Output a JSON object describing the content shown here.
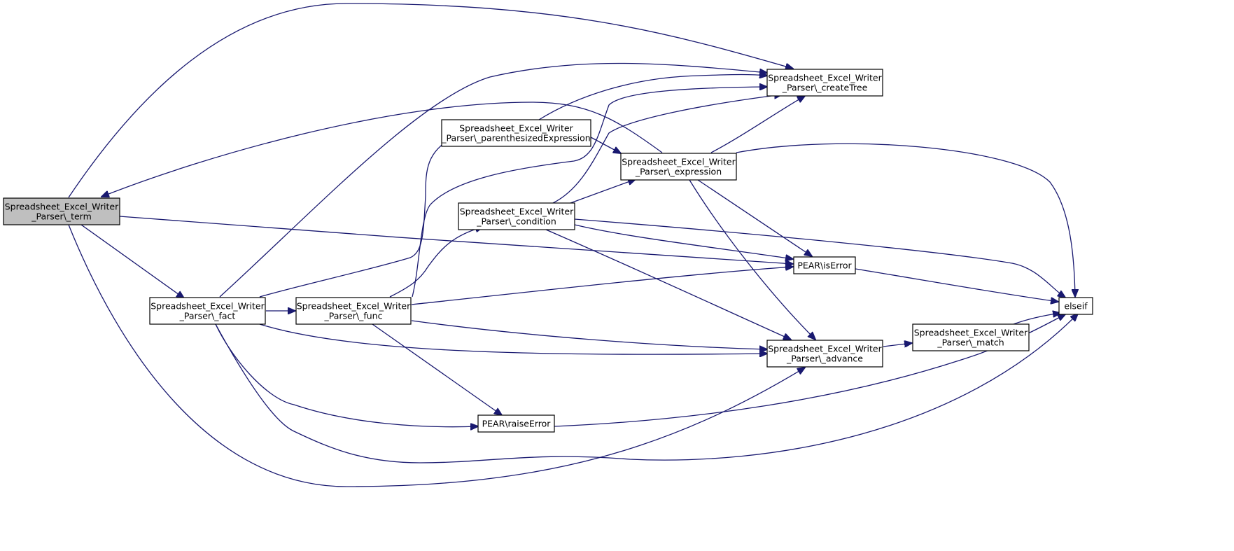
{
  "graph": {
    "nodes": [
      {
        "id": "term",
        "lines": [
          "Spreadsheet_Excel_Writer",
          "_Parser\\_term"
        ],
        "highlight": true
      },
      {
        "id": "fact",
        "lines": [
          "Spreadsheet_Excel_Writer",
          "_Parser\\_fact"
        ]
      },
      {
        "id": "func",
        "lines": [
          "Spreadsheet_Excel_Writer",
          "_Parser\\_func"
        ]
      },
      {
        "id": "paren",
        "lines": [
          "Spreadsheet_Excel_Writer",
          "_Parser\\_parenthesizedExpression"
        ]
      },
      {
        "id": "condition",
        "lines": [
          "Spreadsheet_Excel_Writer",
          "_Parser\\_condition"
        ]
      },
      {
        "id": "expression",
        "lines": [
          "Spreadsheet_Excel_Writer",
          "_Parser\\_expression"
        ]
      },
      {
        "id": "createTree",
        "lines": [
          "Spreadsheet_Excel_Writer",
          "_Parser\\_createTree"
        ]
      },
      {
        "id": "isError",
        "lines": [
          "PEAR\\isError"
        ]
      },
      {
        "id": "advance",
        "lines": [
          "Spreadsheet_Excel_Writer",
          "_Parser\\_advance"
        ]
      },
      {
        "id": "match",
        "lines": [
          "Spreadsheet_Excel_Writer",
          "_Parser\\_match"
        ]
      },
      {
        "id": "raiseError",
        "lines": [
          "PEAR\\raiseError"
        ]
      },
      {
        "id": "elseif",
        "lines": [
          "elseif"
        ]
      }
    ],
    "edges": [
      {
        "from": "term",
        "to": "createTree"
      },
      {
        "from": "term",
        "to": "isError"
      },
      {
        "from": "term",
        "to": "fact"
      },
      {
        "from": "term",
        "to": "advance"
      },
      {
        "from": "fact",
        "to": "createTree"
      },
      {
        "from": "fact",
        "to": "paren"
      },
      {
        "from": "fact",
        "to": "func"
      },
      {
        "from": "fact",
        "to": "advance"
      },
      {
        "from": "fact",
        "to": "raiseError"
      },
      {
        "from": "fact",
        "to": "elseif"
      },
      {
        "from": "func",
        "to": "condition"
      },
      {
        "from": "func",
        "to": "createTree"
      },
      {
        "from": "func",
        "to": "isError"
      },
      {
        "from": "func",
        "to": "advance"
      },
      {
        "from": "func",
        "to": "raiseError"
      },
      {
        "from": "paren",
        "to": "createTree"
      },
      {
        "from": "paren",
        "to": "expression"
      },
      {
        "from": "condition",
        "to": "createTree"
      },
      {
        "from": "condition",
        "to": "expression"
      },
      {
        "from": "condition",
        "to": "isError"
      },
      {
        "from": "condition",
        "to": "elseif"
      },
      {
        "from": "condition",
        "to": "advance"
      },
      {
        "from": "expression",
        "to": "term"
      },
      {
        "from": "expression",
        "to": "createTree"
      },
      {
        "from": "expression",
        "to": "elseif"
      },
      {
        "from": "expression",
        "to": "isError"
      },
      {
        "from": "expression",
        "to": "advance"
      },
      {
        "from": "isError",
        "to": "elseif"
      },
      {
        "from": "advance",
        "to": "match"
      },
      {
        "from": "match",
        "to": "elseif"
      },
      {
        "from": "raiseError",
        "to": "elseif"
      }
    ],
    "colors": {
      "edge": "#191970",
      "node_fill": "#ffffff",
      "highlight_fill": "#bfbfbf",
      "node_border": "#000000"
    }
  }
}
